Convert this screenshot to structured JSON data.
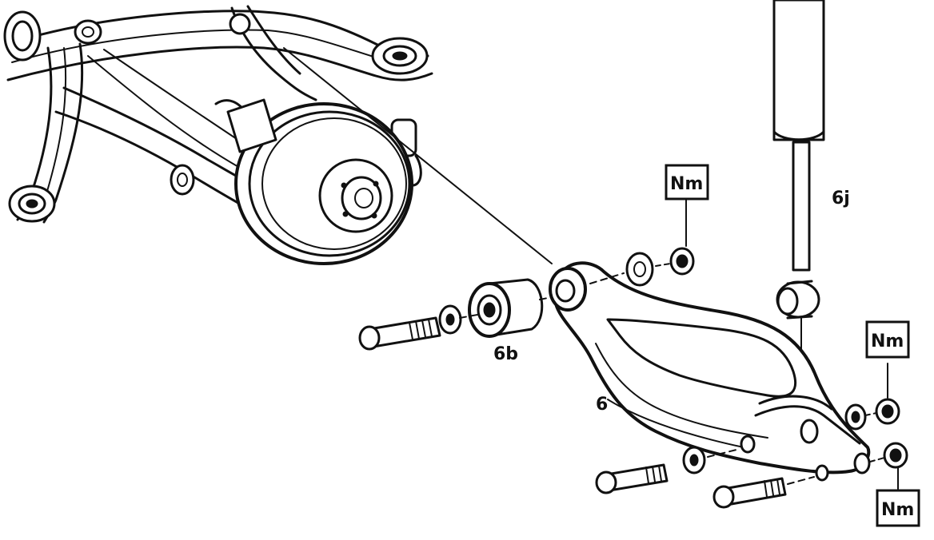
{
  "callouts": {
    "shock_absorber": "6j",
    "control_arm": "6",
    "bushing": "6b"
  },
  "torque_labels": {
    "upper": "Nm",
    "right_middle": "Nm",
    "bottom_right": "Nm"
  },
  "colors": {
    "ink": "#111111",
    "paper": "#ffffff"
  }
}
